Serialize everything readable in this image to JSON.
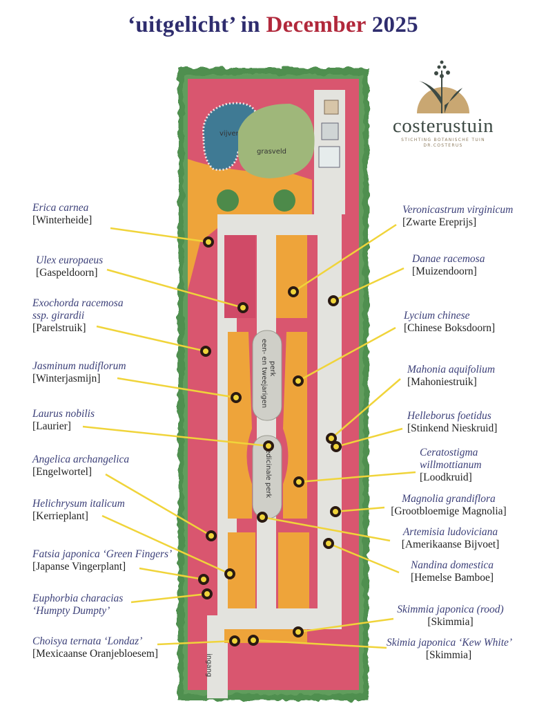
{
  "title": {
    "part1": "‘uitgelicht’ in",
    "month": "December",
    "year": "2025"
  },
  "colors": {
    "navy": "#2f2d6e",
    "red": "#b1283b",
    "pink": "#d9566f",
    "orange": "#eea43a",
    "hedge": "#4f8f4f",
    "path": "#e3e3de",
    "marker_line": "#f0d43a"
  },
  "logo": {
    "name": "costerustuin",
    "sub1": "STICHTING BOTANISCHE TUIN",
    "sub2": "DR.COSTERUS"
  },
  "map_labels": {
    "pond": "vijver",
    "lawn": "grasveld",
    "annual_bed": "een- en tweejarigen perk",
    "medicinal_bed": "medicinale perk",
    "entrance": "ingang"
  },
  "plants_left": [
    {
      "latin": "Erica carnea",
      "dutch": "[Winterheide]"
    },
    {
      "latin": "Ulex europaeus",
      "dutch": "[Gaspeldoorn]"
    },
    {
      "latin": "Exochorda racemosa",
      "latin2": "ssp. girardii",
      "dutch": "[Parelstruik]"
    },
    {
      "latin": "Jasminum nudiflorum",
      "dutch": "[Winterjasmijn]"
    },
    {
      "latin": "Laurus nobilis",
      "dutch": "[Laurier]"
    },
    {
      "latin": "Angelica archangelica",
      "dutch": "[Engelwortel]"
    },
    {
      "latin": "Helichrysum italicum",
      "dutch": "[Kerrieplant]"
    },
    {
      "latin": "Fatsia japonica ‘Green Fingers’",
      "dutch": "[Japanse Vingerplant]"
    },
    {
      "latin": "Euphorbia characias",
      "latin2": "‘Humpty Dumpty’"
    },
    {
      "latin": "Choisya ternata ‘Londaz’",
      "dutch": "[Mexicaanse Oranjebloesem]"
    }
  ],
  "plants_right": [
    {
      "latin": "Veronicastrum virginicum",
      "dutch": "[Zwarte Ereprijs]"
    },
    {
      "latin": "Danae racemosa",
      "dutch": "[Muizendoorn]"
    },
    {
      "latin": "Lycium chinese",
      "dutch": "[Chinese Boksdoorn]"
    },
    {
      "latin": "Mahonia aquifolium",
      "dutch": "[Mahoniestruik]"
    },
    {
      "latin": "Helleborus foetidus",
      "dutch": "[Stinkend Nieskruid]"
    },
    {
      "latin": "Ceratostigma",
      "latin2": "willmottianum",
      "dutch": "[Loodkruid]"
    },
    {
      "latin": "Magnolia grandiflora",
      "dutch": "[Grootbloemige Magnolia]"
    },
    {
      "latin": "Artemisia ludoviciana",
      "dutch": "[Amerikaanse Bijvoet]"
    },
    {
      "latin": "Nandina domestica",
      "dutch": "[Hemelse Bamboe]"
    },
    {
      "latin": "Skimmia japonica (rood)",
      "dutch": "[Skimmia]"
    },
    {
      "latin": "Skimia japonica ‘Kew White’",
      "dutch": "[Skimmia]"
    }
  ]
}
